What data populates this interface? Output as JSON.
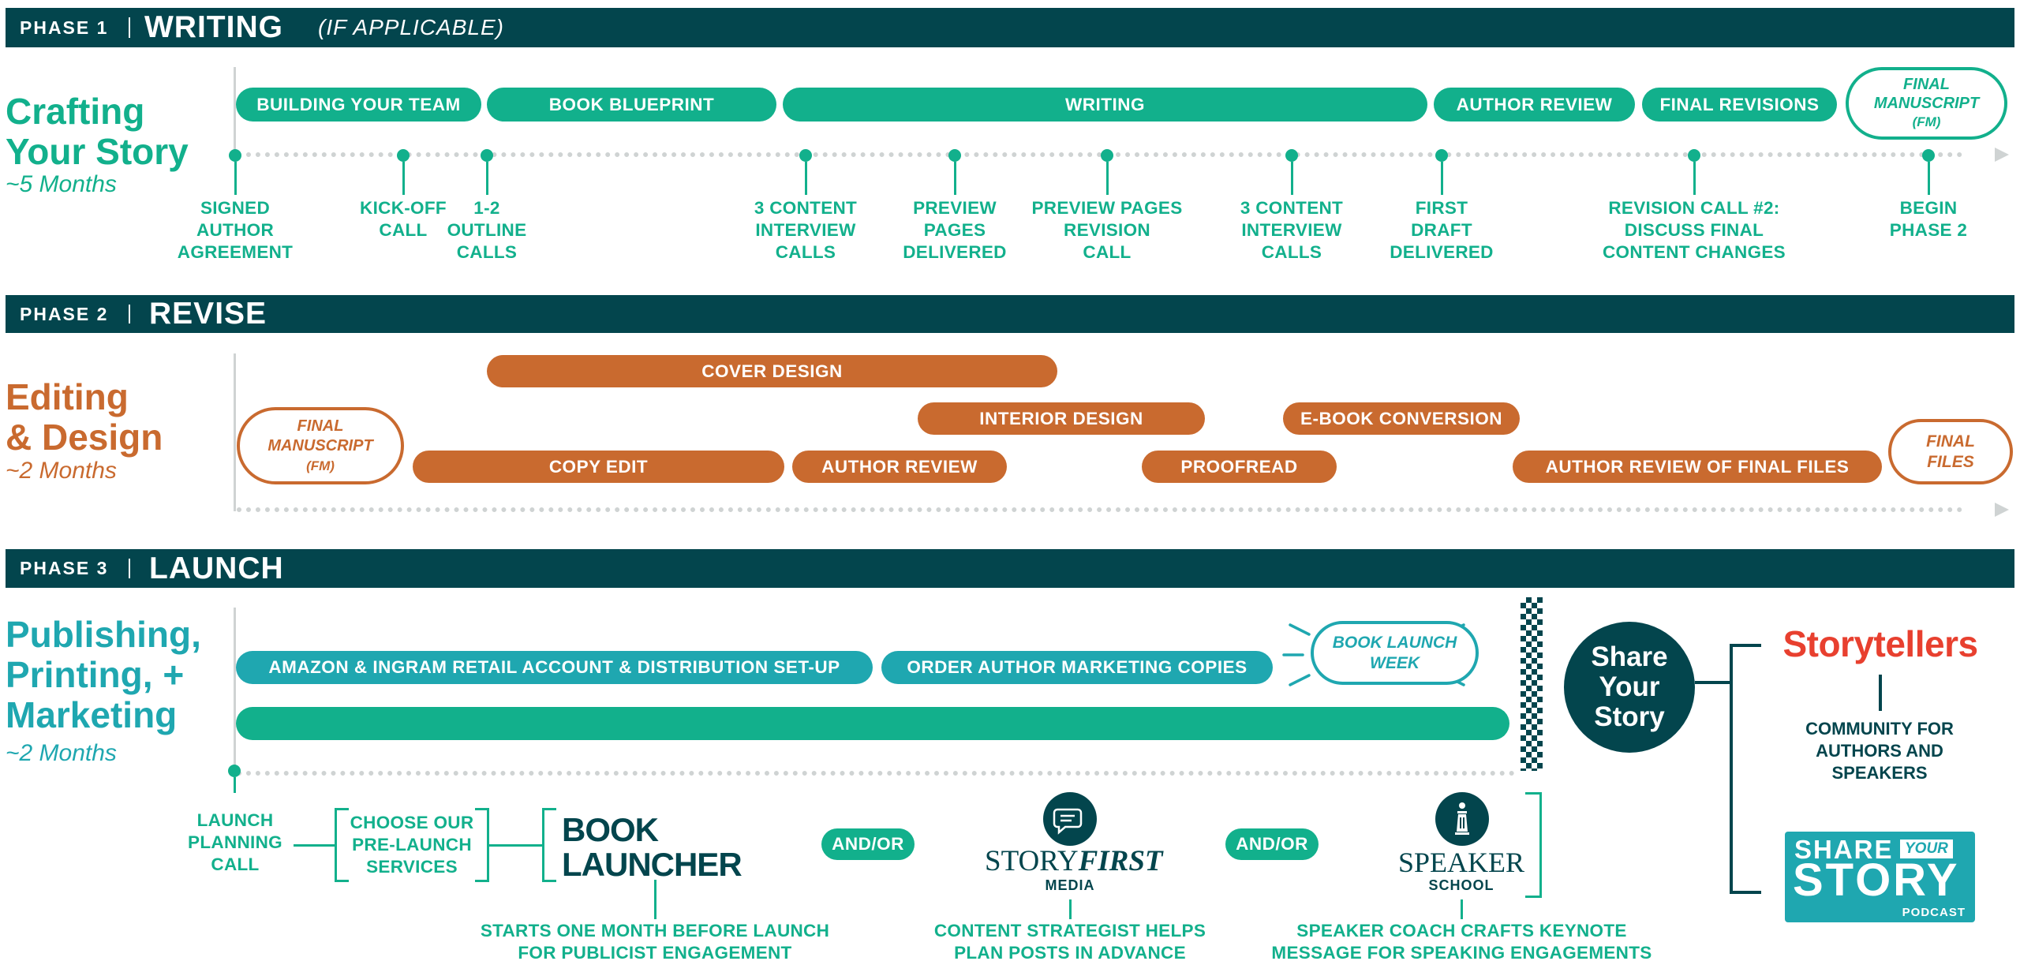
{
  "phase1": {
    "label": "PHASE 1",
    "name": "WRITING",
    "note": "(IF APPLICABLE)",
    "section_title": [
      "Crafting",
      "Your Story"
    ],
    "duration": "~5 Months",
    "bars": [
      "BUILDING YOUR TEAM",
      "BOOK BLUEPRINT",
      "WRITING",
      "AUTHOR REVIEW",
      "FINAL REVISIONS"
    ],
    "end_oval": [
      "FINAL",
      "MANUSCRIPT",
      "(FM)"
    ],
    "milestones": [
      [
        "SIGNED",
        "AUTHOR",
        "AGREEMENT"
      ],
      [
        "KICK-OFF",
        "CALL"
      ],
      [
        "1-2",
        "OUTLINE",
        "CALLS"
      ],
      [
        "3 CONTENT",
        "INTERVIEW",
        "CALLS"
      ],
      [
        "PREVIEW",
        "PAGES",
        "DELIVERED"
      ],
      [
        "PREVIEW PAGES",
        "REVISION",
        "CALL"
      ],
      [
        "3 CONTENT",
        "INTERVIEW",
        "CALLS"
      ],
      [
        "FIRST",
        "DRAFT",
        "DELIVERED"
      ],
      [
        "REVISION CALL #2:",
        "DISCUSS FINAL",
        "CONTENT CHANGES"
      ],
      [
        "BEGIN",
        "PHASE 2"
      ]
    ]
  },
  "phase2": {
    "label": "PHASE 2",
    "name": "REVISE",
    "section_title": [
      "Editing",
      "& Design"
    ],
    "duration": "~2 Months",
    "start_oval": [
      "FINAL",
      "MANUSCRIPT",
      "(FM)"
    ],
    "end_oval": [
      "FINAL",
      "FILES"
    ],
    "bars": [
      "COVER DESIGN",
      "INTERIOR DESIGN",
      "E-BOOK CONVERSION",
      "COPY EDIT",
      "AUTHOR REVIEW",
      "PROOFREAD",
      "AUTHOR REVIEW OF FINAL FILES"
    ]
  },
  "phase3": {
    "label": "PHASE 3",
    "name": "LAUNCH",
    "section_title": [
      "Publishing,",
      "Printing, +",
      "Marketing"
    ],
    "duration": "~2 Months",
    "bars": [
      "AMAZON & INGRAM RETAIL ACCOUNT & DISTRIBUTION SET-UP",
      "ORDER AUTHOR MARKETING COPIES"
    ],
    "launch_week": [
      "BOOK LAUNCH",
      "WEEK"
    ],
    "launch_call": [
      "LAUNCH",
      "PLANNING",
      "CALL"
    ],
    "prelaunch": [
      "CHOOSE OUR",
      "PRE-LAUNCH",
      "SERVICES"
    ],
    "book_launcher_logo": [
      "BOOK",
      "LAUNCHER"
    ],
    "book_launcher_note": [
      "STARTS ONE MONTH BEFORE LAUNCH",
      "FOR PUBLICIST ENGAGEMENT"
    ],
    "andor": [
      "AND/OR",
      "AND/OR"
    ],
    "storyfirst_logo": [
      "STORY",
      "FIRST",
      "MEDIA"
    ],
    "storyfirst_note": [
      "CONTENT STRATEGIST HELPS",
      "PLAN POSTS IN ADVANCE"
    ],
    "speaker_logo": [
      "SPEAKER",
      "SCHOOL"
    ],
    "speaker_note": [
      "SPEAKER COACH CRAFTS KEYNOTE",
      "MESSAGE FOR SPEAKING ENGAGEMENTS"
    ],
    "share_circle": [
      "Share",
      "Your",
      "Story"
    ],
    "storytellers": "Storytellers",
    "community": [
      "COMMUNITY FOR",
      "AUTHORS AND",
      "SPEAKERS"
    ],
    "podcast": [
      "SHARE",
      "YOUR",
      "STORY",
      "PODCAST"
    ]
  },
  "colors": {
    "navy": "#03454d",
    "teal": "#12b08c",
    "orange": "#c96a2f",
    "blue": "#1fa7b0",
    "red": "#e8402f",
    "grey": "#cfd3d3"
  },
  "icons": [
    "chat-bubbles-icon",
    "lighthouse-icon",
    "checkered-flag-icon",
    "sunburst-icon"
  ]
}
